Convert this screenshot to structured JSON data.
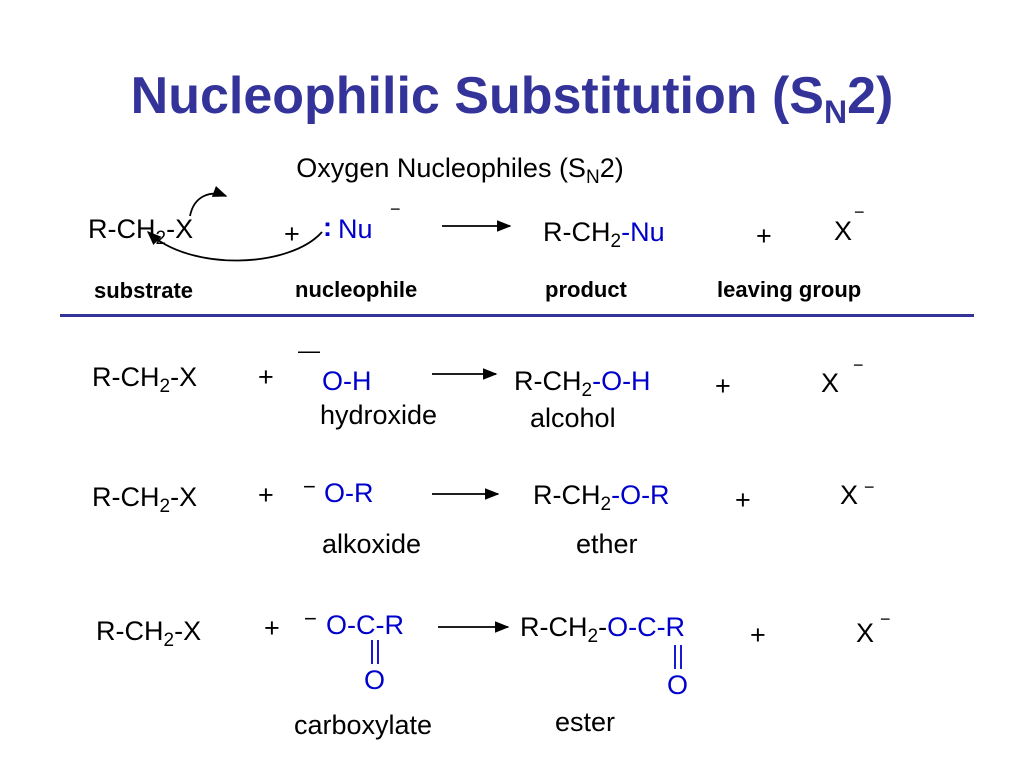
{
  "title": {
    "main": "Nucleophilic Substitution (S",
    "sub": "N",
    "end": "2)"
  },
  "subtitle": {
    "main": "Oxygen Nucleophiles (S",
    "sub": "N",
    "end": "2)"
  },
  "general": {
    "substrate": {
      "pre": "R-CH",
      "sub": "2",
      "post": "-X"
    },
    "plus1": "+",
    "nu_dots": ":",
    "nu": "Nu",
    "nu_charge": "−",
    "product": {
      "pre": "R-CH",
      "sub": "2",
      "post": "",
      "blue": "-Nu"
    },
    "plus2": "+",
    "leaving": "X",
    "leaving_charge": "−",
    "labels": {
      "substrate": "substrate",
      "nucleophile": "nucleophile",
      "product": "product",
      "leaving_group": "leaving group"
    }
  },
  "rows": {
    "hydroxide": {
      "substrate_pre": "R-CH",
      "substrate_sub": "2",
      "substrate_post": "-X",
      "plus1": "+",
      "nu_charge": "—",
      "nu": "O-H",
      "nu_name": "hydroxide",
      "product_pre": "R-CH",
      "product_sub": "2",
      "product_blue": "-O-H",
      "product_name": "alcohol",
      "plus2": "+",
      "leaving": "X",
      "leaving_charge": "−"
    },
    "alkoxide": {
      "substrate_pre": "R-CH",
      "substrate_sub": "2",
      "substrate_post": "-X",
      "plus1": "+",
      "nu_charge": "−",
      "nu": "O-R",
      "nu_name": "alkoxide",
      "product_pre": "R-CH",
      "product_sub": "2",
      "product_blue": "-O-R",
      "product_name": "ether",
      "plus2": "+",
      "leaving": "X",
      "leaving_charge": "−"
    },
    "carboxylate": {
      "substrate_pre": "R-CH",
      "substrate_sub": "2",
      "substrate_post": "-X",
      "plus1": "+",
      "nu_charge": "−",
      "nu": "O-C-R",
      "nu_carbonyl_o": "O",
      "nu_name": "carboxylate",
      "product_pre": "R-CH",
      "product_sub": "2",
      "product_hyphen": "-",
      "product_blue": "O-C-R",
      "product_carbonyl_o": "O",
      "product_name": "ester",
      "plus2": "+",
      "leaving": "X",
      "leaving_charge": "−"
    }
  },
  "colors": {
    "title": "#333399",
    "rule": "#333399",
    "blue": "#0000cc",
    "text": "#000000"
  }
}
